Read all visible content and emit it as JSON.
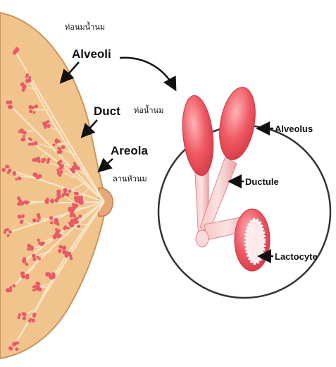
{
  "labels": {
    "thai_top": "ท่อนมน้ำนม",
    "alveoli": "Alveoli",
    "thai_mid": "ท่อน้ำนม",
    "duct": "Duct",
    "areola": "Areola",
    "thai_areola": "ลานหัวนม",
    "alveolus": "Alveolus",
    "ductule": "Ductule",
    "lactocyte": "Lactocyte"
  },
  "colors": {
    "skin": "#f2c48d",
    "skin_outline": "#c8955f",
    "alveoli_dots": "#e85a66",
    "duct_branches": "#f7e6c9",
    "bulb": "#ef5a64",
    "tube": "#f3b8b8",
    "circle_outline": "#333333"
  }
}
